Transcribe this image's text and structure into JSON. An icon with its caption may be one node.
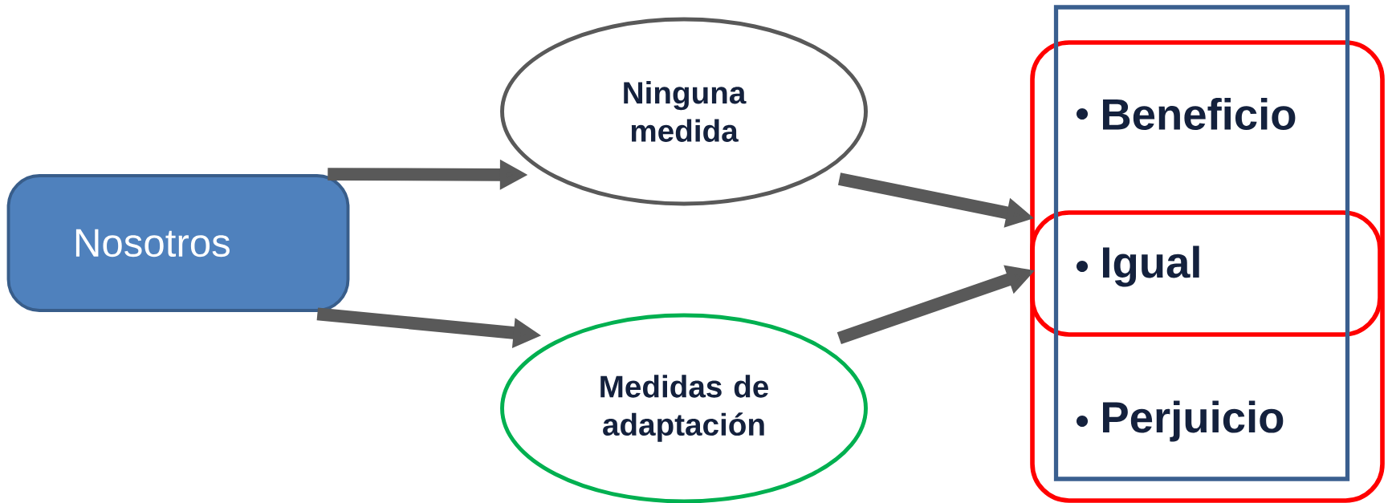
{
  "diagram": {
    "nodes": [
      {
        "text": [
          "Nosotros"
        ]
      },
      {
        "text": [
          "Ninguna medida"
        ]
      },
      {
        "text": [
          "Medidas de adaptación"
        ]
      },
      {
        "text": [
          "Beneficio",
          "Igual",
          "Perjuicio"
        ]
      }
    ],
    "edges": [
      {
        "from": 0,
        "to": 1,
        "arrow": "to"
      },
      {
        "from": 0,
        "to": 2,
        "arrow": "to"
      },
      {
        "from": 1,
        "to": 3,
        "arrow": "to"
      },
      {
        "from": 2,
        "to": 3,
        "arrow": "to"
      }
    ]
  }
}
